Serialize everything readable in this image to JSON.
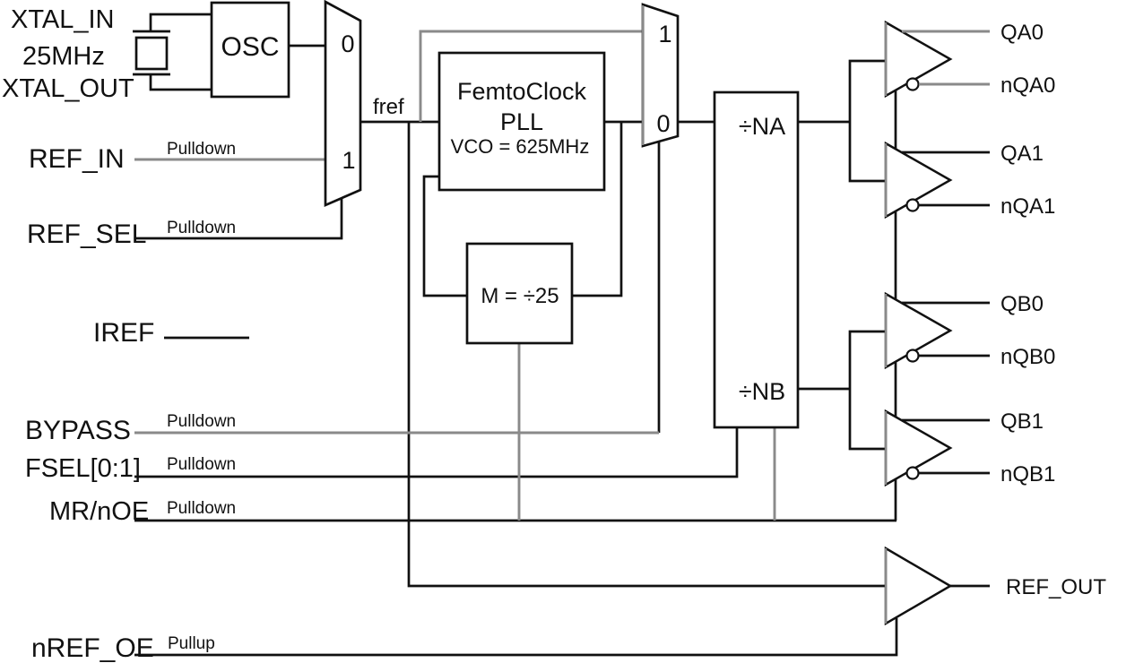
{
  "colors": {
    "ink": "#111111",
    "gray": "#8a8a8a",
    "background": "#ffffff"
  },
  "pins": {
    "xtal_in": "XTAL_IN",
    "xtal_freq": "25MHz",
    "xtal_out": "XTAL_OUT",
    "ref_in": "REF_IN",
    "ref_in_pull": "Pulldown",
    "ref_sel": "REF_SEL",
    "ref_sel_pull": "Pulldown",
    "iref": "IREF",
    "bypass": "BYPASS",
    "bypass_pull": "Pulldown",
    "fsel": "FSEL[0:1]",
    "fsel_pull": "Pulldown",
    "mr_noe": "MR/nOE",
    "mr_noe_pull": "Pulldown",
    "nref_oe": "nREF_OE",
    "nref_oe_pull": "Pullup"
  },
  "blocks": {
    "osc": "OSC",
    "pll_line1": "FemtoClock",
    "pll_line2": "PLL",
    "pll_line3": "VCO = 625MHz",
    "m_div": "M = ÷25",
    "div_na": "÷NA",
    "div_nb": "÷NB"
  },
  "muxes": {
    "ref_mux_in0": "0",
    "ref_mux_in1": "1",
    "byp_mux_in1": "1",
    "byp_mux_in0": "0"
  },
  "nets": {
    "fref": "fref"
  },
  "outputs": {
    "qa0": "QA0",
    "nqa0": "nQA0",
    "qa1": "QA1",
    "nqa1": "nQA1",
    "qb0": "QB0",
    "nqb0": "nQB0",
    "qb1": "QB1",
    "nqb1": "nQB1",
    "ref_out": "REF_OUT"
  }
}
